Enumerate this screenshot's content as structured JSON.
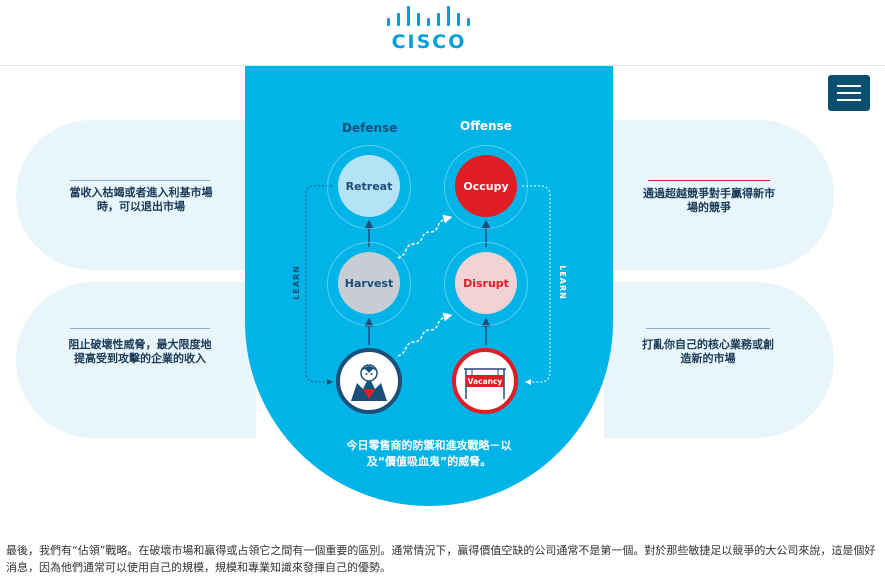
{
  "header": {
    "logo_text": "CISCO"
  },
  "menu": {
    "icon": "hamburger-icon"
  },
  "left_notes": [
    "當收入枯竭或者進入利基市場時，可以退出市場",
    "阻止破壞性威脅，最大限度地提高受到攻擊的企業的收入"
  ],
  "right_notes": [
    "通過超越競爭對手贏得新市場的競爭",
    "打亂你自己的核心業務或創造新的市場"
  ],
  "diagram": {
    "defense_label": "Defense",
    "offense_label": "Offense",
    "defense_nodes": [
      "Retreat",
      "Harvest"
    ],
    "offense_nodes": [
      "Occupy",
      "Disrupt"
    ],
    "vampire_icon": "vampire-icon",
    "vacancy_label": "Vacancy",
    "learn_label": "LEARN",
    "caption": "今日零售商的防禦和進攻戰略－以及“價值吸血鬼”的威脅。",
    "colors": {
      "panel": "#00b4e8",
      "occupy": "#e01d24",
      "navy": "#1a4f7a"
    }
  },
  "body_text": "最後，我們有“佔領”戰略。在破壞市場和贏得或占領它之間有一個重要的區別。通常情況下，贏得價值空缺的公司通常不是第一個。對於那些敏捷足以競爭的大公司來說，這是個好消息，因為他們通常可以使用自己的規模，規模和專業知識來發揮自己的優勢。"
}
